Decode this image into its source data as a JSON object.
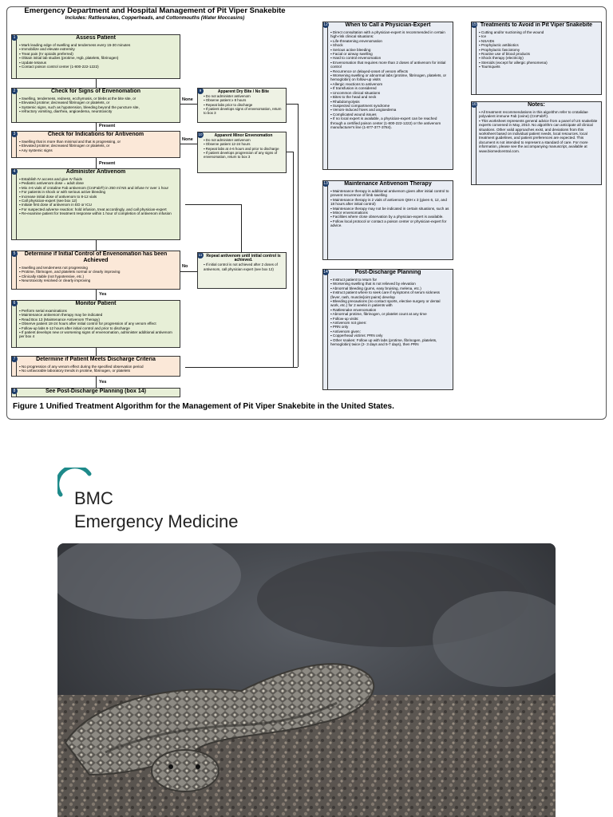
{
  "figure": {
    "title": "Emergency Department and Hospital Management of Pit Viper Snakebite",
    "subtitle": "Includes: Rattlesnakes, Copperheads, and Cottonmouths (Water Moccasins)",
    "caption_label": "Figure 1",
    "caption_text": "Unified Treatment Algorithm for the Management of Pit Viper Snakebite in the United States.",
    "boxes": [
      {
        "num": "1",
        "title": "Assess Patient",
        "lines": [
          "Mark leading edge of swelling and tenderness every 15-30 minutes",
          "Immobilize and elevate extremity",
          "Treat pain (IV opioids preferred)",
          "Obtain initial lab studies (protime, Hgb, platelets, fibrinogen)",
          "Update tetanus",
          "Contact poison control center (1-800-222-1222)"
        ]
      },
      {
        "num": "2",
        "title": "Check for Signs of Envenomation",
        "lines": [
          "Swelling, tenderness, redness, ecchymosis, or blebs at the bite site, or",
          "Elevated protime; decreased fibrinogen or platelets, or",
          "Systemic signs, such as hypotension, bleeding beyond the puncture site,",
          "refractory vomiting, diarrhea, angioedema, neurotoxicity"
        ]
      },
      {
        "num": "3",
        "title": "Check for Indications for Antivenom",
        "lines": [
          "Swelling that is more than minimal and that is progressing, or",
          "Elevated protime; decreased fibrinogen or platelets, or",
          "Any systemic signs"
        ]
      },
      {
        "num": "4",
        "title": "Administer Antivenom",
        "lines": [
          "Establish IV access and give IV fluids",
          "Pediatric antivenom dose = adult dose",
          "Mix 4-6 vials of crotaline Fab antivenom (CroFab®) in 250 ml NS and infuse IV over 1 hour",
          "For patients in shock or with serious active bleeding",
          "Increase initial dose of antivenom to 8-12 vials",
          "Call physician-expert (see box 12)",
          "Initiate first dose of antivenom in ED or ICU",
          "For suspected adverse reaction: hold infusion, treat accordingly, and call physician-expert",
          "Re-examine patient for treatment response within 1 hour of completion of antivenom infusion"
        ]
      },
      {
        "num": "5",
        "title": "Determine if Initial Control of Envenomation has been Achieved",
        "lines": [
          "Swelling and tenderness not progressing",
          "Protime, fibrinogen, and platelets normal or clearly improving",
          "Clinically stable (not hypotensive, etc.)",
          "Neurotoxicity resolved or clearly improving"
        ]
      },
      {
        "num": "6",
        "title": "Monitor Patient",
        "lines": [
          "Perform serial examinations",
          "Maintenance antivenom therapy may be indicated",
          "Read Box 13 (Maintenance Antivenom Therapy)",
          "Observe patient 18-24 hours after initial control for progression of any venom effect",
          "Follow-up labs 6-12 hours after initial control and prior to discharge",
          "If patient develops new or worsening signs of envenomation, administer additional antivenom per box 4"
        ]
      },
      {
        "num": "7",
        "title": "Determine if Patient Meets Discharge Criteria",
        "lines": [
          "No progression of any venom effect during the specified observation period",
          "No unfavorable laboratory trends in protime, fibrinogen, or platelets"
        ]
      },
      {
        "num": "8",
        "title": "See Post-Discharge Planning (box 14)",
        "lines": []
      }
    ],
    "side_boxes": [
      {
        "num": "9",
        "title": "Apparent Dry Bite / No Bite",
        "lines": [
          "Do not administer antivenom",
          "Observe patient ≥ 8 hours",
          "Repeat labs prior to discharge",
          "If patient develops signs of envenomation, return to box 3"
        ]
      },
      {
        "num": "10",
        "title": "Apparent Minor Envenomation",
        "lines": [
          "Do not administer antivenom",
          "Observe patient 12-24 hours",
          "Repeat labs at 4-6 hours and prior to discharge",
          "If patient develops progression of any signs of envenomation, return to box 3"
        ]
      },
      {
        "num": "11",
        "title": "Repeat antivenom until initial control is achieved.",
        "lines": [
          "If initial control is not achieved after 2 doses of antivenom, call physician expert (see box 12)"
        ]
      }
    ],
    "arrow_labels": {
      "none1": "None",
      "none2": "None",
      "present1": "Present",
      "present2": "Present",
      "no": "No",
      "yes1": "Yes",
      "yes2": "Yes"
    },
    "right_boxes": [
      {
        "num": "12",
        "title": "When to Call a Physician-Expert",
        "lines": [
          "Direct consultation with a physician-expert is recommended in certain high-risk clinical situations:",
          "Life-threatening envenomation",
          "Shock",
          "Serious active bleeding",
          "Facial or airway swelling",
          "Hard to control envenomation",
          "Envenomation that requires more than 2 doses of antivenom for initial control",
          "Recurrence or delayed-onset of venom effects",
          "Worsening swelling or abnormal labs (protime, fibrinogen, platelets, or hemoglobin) on follow-up visits",
          "Allergic reactions to antivenom",
          "If transfusion is considered",
          "Uncommon clinical situations",
          "Bites to the head and neck",
          "Rhabdomyolysis",
          "Suspected compartment syndrome",
          "Venom-induced hives and angioedema",
          "Complicated wound issues",
          "If no local expert is available, a physician-expert can be reached through a certified poison center (1-800-222-1222) or the antivenom manufacturer's line (1-877-377-3784)."
        ]
      },
      {
        "num": "13",
        "title": "Maintenance Antivenom Therapy",
        "lines": [
          "Maintenance therapy is additional antivenom given after initial control to prevent recurrence of limb swelling",
          "Maintenance therapy is 2 vials of antivenom Q6H x 3 (given 6, 12, and 18 hours after initial control)",
          "Maintenance therapy may not be indicated in certain situations, such as",
          "Minor envenomations",
          "Facilities where close observation by a physician-expert is available.",
          "Follow local protocol or contact a poison center or physician-expert for advice."
        ]
      },
      {
        "num": "14",
        "title": "Post-Discharge Planning",
        "lines": [
          "Instruct patient to return for",
          "Worsening swelling that is not relieved by elevation",
          "Abnormal bleeding (gums, easy bruising, melena, etc.)",
          "Instruct patient where to seek care if symptoms of serum sickness (fever, rash, muscle/joint pains) develop",
          "Bleeding precautions (no contact sports, elective surgery or dental work, etc.) for 2 weeks in patients with",
          "Rattlesnake envenomation",
          "Abnormal protime, fibrinogen, or platelet count at any time",
          "Follow-up visits:",
          "Antivenom not given:",
          "PRN only",
          "Antivenom given:",
          "Copperhead victims: PRN only",
          "Other snakes: Follow up with labs (protime, fibrinogen, platelets, hemoglobin) twice (2- 3 days and 5-7 days), then PRN"
        ]
      },
      {
        "num": "15",
        "title": "Treatments to Avoid in Pit Viper Snakebite",
        "lines": [
          "Cutting and/or suctioning of the wound",
          "Ice",
          "NSAIDs",
          "Prophylactic antibiotics",
          "Prophylactic fasciotomy",
          "Routine use of blood products",
          "Shock therapy (electricity)",
          "Steroids (except for allergic phenomena)",
          "Tourniquets"
        ]
      },
      {
        "num": "16",
        "title": "Notes:",
        "lines": [
          "All treatment recommendations in this algorithm refer to crotalidae polyvalent immune Fab (ovine) (CroFab®).",
          "This worksheet represents general advice from a panel of US snakebite experts convened in May, 2010. No algorithm can anticipate all clinical situations. Other valid approaches exist, and deviations from this worksheet based on individual patient needs, local resources, local treatment guidelines, and patient preferences are expected. This document is not intended to represent a standard of care. For more information, please see the accompanying manuscript, available at www.biomedcentral.com."
        ]
      }
    ]
  },
  "journal": {
    "publisher": "BMC",
    "name": "Emergency Medicine"
  },
  "colors": {
    "green": "#e7efd7",
    "peach": "#fbe8d8",
    "blue": "#e9edf4",
    "logo": "#1e8a8a"
  }
}
